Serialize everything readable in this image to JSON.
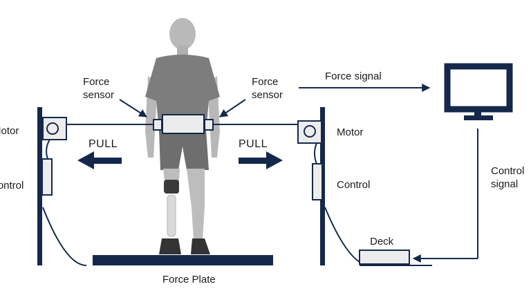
{
  "labels": {
    "force_sensor_left": [
      "Force",
      "sensor"
    ],
    "force_sensor_right": [
      "Force",
      "sensor"
    ],
    "force_signal": "Force signal",
    "motor_left": "Motor",
    "motor_right": "Motor",
    "control_left": "Control",
    "control_right": "Control",
    "pull_left": "PULL",
    "pull_right": "PULL",
    "control_signal": [
      "Control",
      "signal"
    ],
    "deck": "Deck",
    "force_plate": "Force Plate"
  },
  "colors": {
    "navy": "#14284b",
    "box_fill": "#ececec",
    "figure_skin": "#bdbdbd",
    "shirt": "#7d7d7d",
    "shorts": "#6e6e6e",
    "prosthesis": "#d9d9d9",
    "shoe": "#333333"
  }
}
